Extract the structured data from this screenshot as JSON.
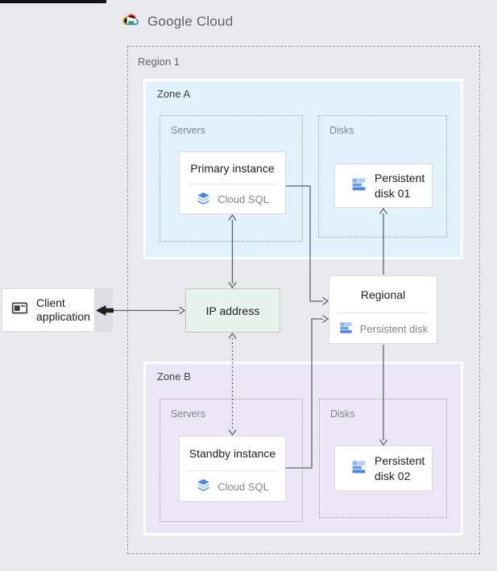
{
  "brand": {
    "name": "Google Cloud"
  },
  "region": {
    "label": "Region 1"
  },
  "zones": {
    "a": {
      "label": "Zone A",
      "servers_label": "Servers",
      "disks_label": "Disks"
    },
    "b": {
      "label": "Zone B",
      "servers_label": "Servers",
      "disks_label": "Disks"
    }
  },
  "cards": {
    "primary": {
      "title": "Primary instance",
      "product": "Cloud SQL"
    },
    "standby": {
      "title": "Standby instance",
      "product": "Cloud SQL"
    },
    "regional": {
      "title": "Regional",
      "product": "Persistent disk"
    },
    "ip": {
      "label": "IP address"
    },
    "client": {
      "label": "Client application"
    },
    "pd01": {
      "label": "Persistent disk 01"
    },
    "pd02": {
      "label": "Persistent disk 02"
    }
  },
  "icons": {
    "logo": "google-cloud-logo",
    "client": "application-window-icon",
    "cloud_sql": "cloud-sql-layers-icon",
    "persistent_disk": "persistent-disk-blocks-icon"
  },
  "colors": {
    "bg": "#e8eaed",
    "zoneA": "#e1f2fd",
    "zoneB": "#ece7f6",
    "ipFill": "#e6f3ea",
    "cardBorder": "#dadce0",
    "dotted": "#9aa0a6",
    "arrow": "#5f6368",
    "text1": "#202124",
    "text2": "#5f6368",
    "text3": "#80868b",
    "googleBlue": "#4285f4",
    "googleRed": "#ea4335",
    "googleYellow": "#fbbc04",
    "googleGreen": "#34a853",
    "pdLight": "#aecbfa",
    "pdMid": "#669df6"
  }
}
